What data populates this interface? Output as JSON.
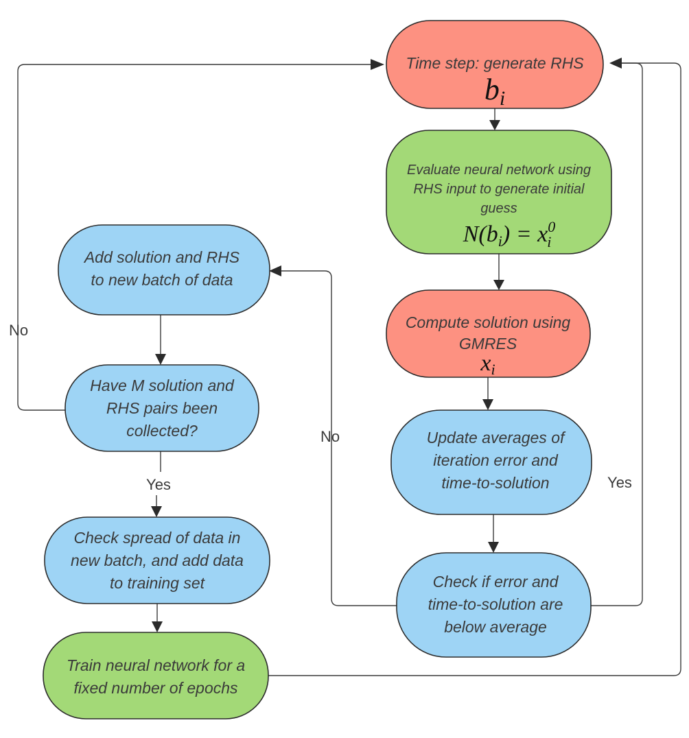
{
  "nodes": {
    "time_step": {
      "line1": "Time step: generate RHS",
      "math": "b",
      "math_sub": "i"
    },
    "evaluate_nn": {
      "line1": "Evaluate neural network using",
      "line2": "RHS input to generate initial",
      "line3": "guess",
      "math_lhs": "N(b",
      "math_lhs_sub": "i",
      "math_mid": ") = x",
      "math_sup": "0",
      "math_sub": "i"
    },
    "compute_solution": {
      "line1": "Compute solution using",
      "line2": "GMRES",
      "math": "x",
      "math_sub": "i"
    },
    "update_averages": {
      "line1": "Update averages of",
      "line2": "iteration error and",
      "line3": "time-to-solution"
    },
    "check_error": {
      "line1": "Check if error and",
      "line2": "time-to-solution are",
      "line3": "below average"
    },
    "add_solution": {
      "line1": "Add solution and RHS",
      "line2": "to new batch of data"
    },
    "have_m_pairs": {
      "line1": "Have M solution and",
      "line2": "RHS pairs been",
      "line3": "collected?"
    },
    "check_spread": {
      "line1": "Check spread of data in",
      "line2": "new batch, and add data",
      "line3": "to training set"
    },
    "train_nn": {
      "line1": "Train neural network for a",
      "line2": "fixed number of epochs"
    }
  },
  "edge_labels": {
    "left_no": "No",
    "middle_no": "No",
    "right_yes": "Yes",
    "bottom_yes": "Yes"
  },
  "colors": {
    "red_fill": "#fd9181",
    "green_fill": "#a3d977",
    "blue_fill": "#9ed4f5",
    "stroke": "#2b2b2b"
  }
}
